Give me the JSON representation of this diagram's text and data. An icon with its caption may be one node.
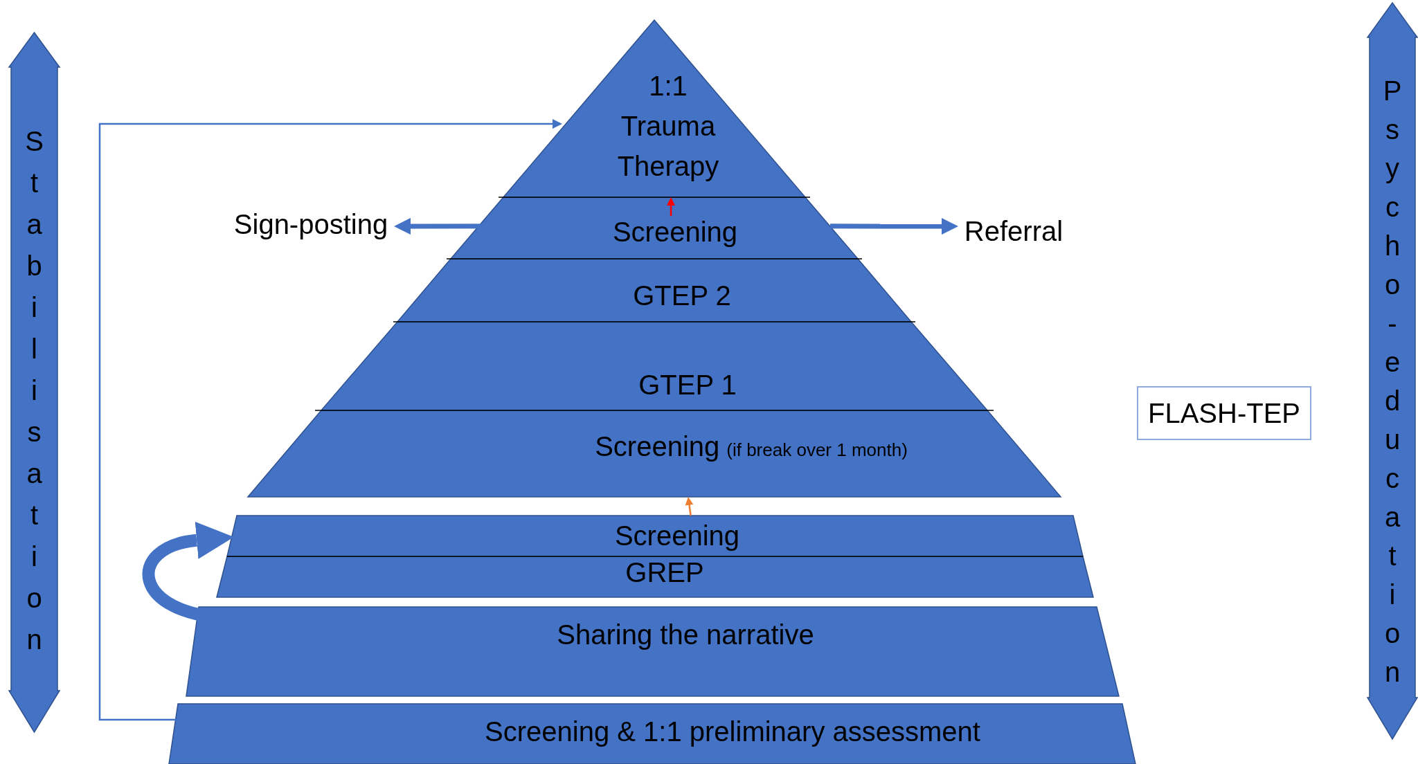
{
  "diagram": {
    "nodes": [
      {
        "text": [
          "1:1 Trauma Therapy"
        ]
      },
      {
        "text": [
          "Screening"
        ]
      },
      {
        "text": [
          "GTEP 2"
        ]
      },
      {
        "text": [
          "GTEP 1"
        ]
      },
      {
        "text": [
          "Screening",
          "(if break over 1 month)"
        ]
      },
      {
        "text": [
          "Screening"
        ]
      },
      {
        "text": [
          "GREP"
        ]
      },
      {
        "text": [
          "Sharing the narrative"
        ]
      },
      {
        "text": [
          "Screening & 1:1 preliminary assessment"
        ]
      },
      {
        "text": [
          "Sign-posting"
        ]
      },
      {
        "text": [
          "Referral"
        ]
      },
      {
        "text": [
          "FLASH-TEP"
        ]
      },
      {
        "text": [
          "Stabilisation"
        ]
      },
      {
        "text": [
          "Psycho-education"
        ]
      }
    ],
    "edges": [
      {
        "from": 1,
        "to": 9,
        "arrow": "to",
        "style": "thick"
      },
      {
        "from": 1,
        "to": 10,
        "arrow": "to",
        "style": "thick"
      },
      {
        "from": 1,
        "to": 0,
        "arrow": "to",
        "color": "#ff0000"
      },
      {
        "from": 5,
        "to": 4,
        "arrow": "to",
        "color": "#ed7d31"
      },
      {
        "from": 8,
        "to": 0,
        "arrow": "to"
      },
      {
        "from": 7,
        "to": 5,
        "arrow": "to",
        "style": "thick"
      }
    ]
  }
}
